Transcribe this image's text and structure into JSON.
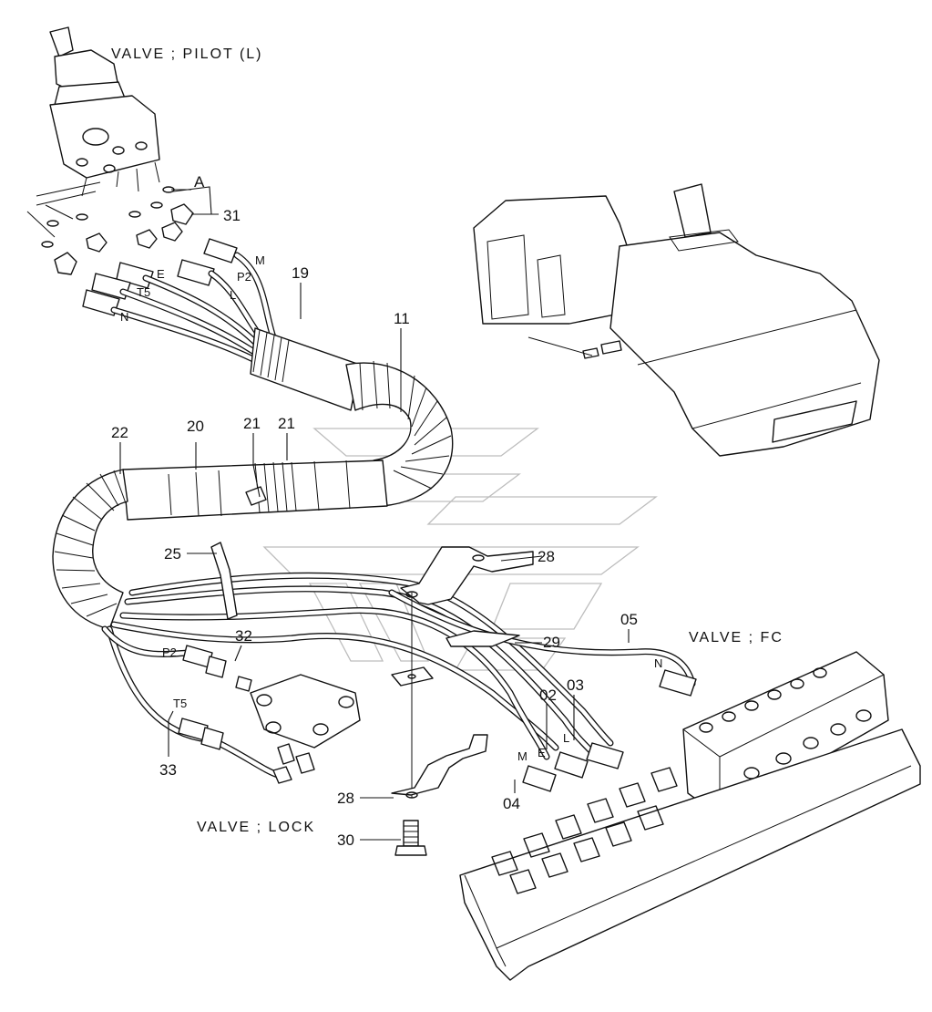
{
  "labels": {
    "valve_pilot": "VALVE ; PILOT (L)",
    "valve_fc": "VALVE ; FC",
    "valve_lock": "VALVE ; LOCK"
  },
  "callouts": {
    "p31": "31",
    "p19": "19",
    "p11": "11",
    "p22": "22",
    "p20": "20",
    "p21a": "21",
    "p21b": "21",
    "p25": "25",
    "p28a": "28",
    "p28b": "28",
    "p29": "29",
    "p32": "32",
    "p33": "33",
    "p05": "05",
    "p02": "02",
    "p03": "03",
    "p04": "04",
    "p30": "30"
  },
  "port_tags": {
    "A": "A",
    "M": "M",
    "P2_top": "P2",
    "E_top": "E",
    "L_top": "L",
    "T5_top": "T5",
    "N_top": "N",
    "P2_low": "P2",
    "T5_low": "T5",
    "N_right": "N",
    "L_right": "L",
    "E_right": "E",
    "M_right": "M"
  }
}
